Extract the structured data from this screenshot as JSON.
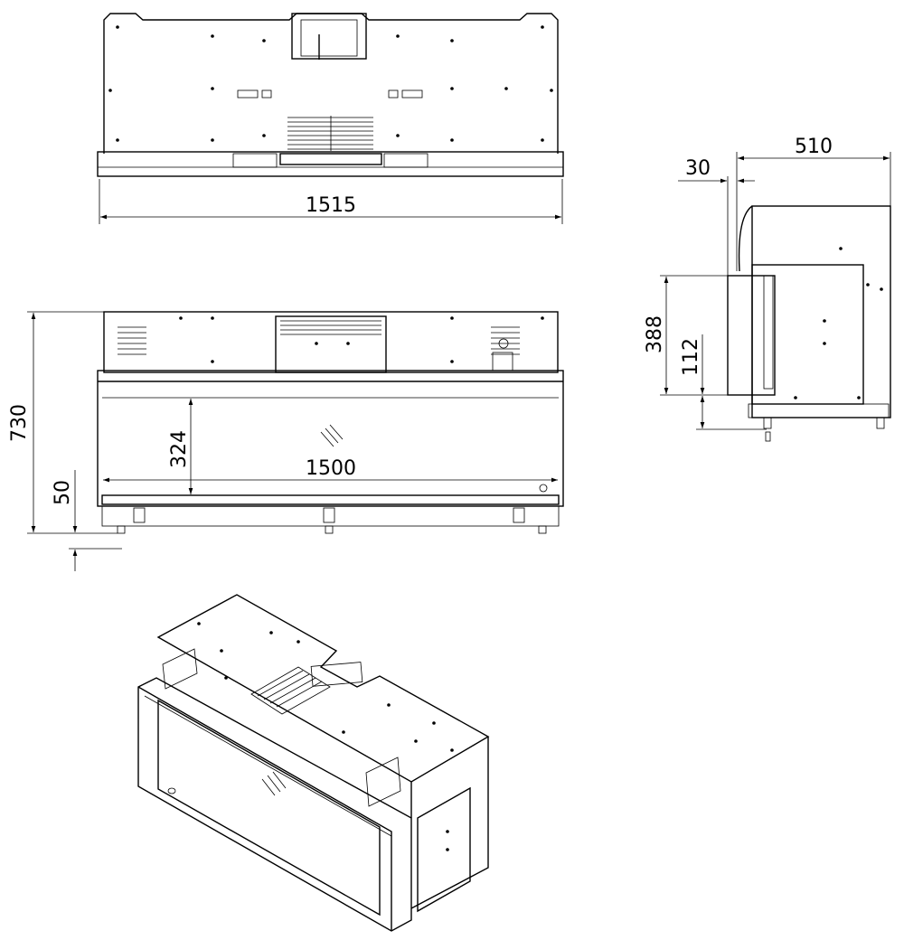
{
  "views": {
    "top": {
      "width_label": "1515"
    },
    "front": {
      "height_label": "730",
      "foot_label": "50",
      "glass_height_label": "324",
      "glass_width_label": "1500"
    },
    "side": {
      "depth_label": "510",
      "offset_label": "30",
      "frame_height_label": "388",
      "frame_bottom_label": "112"
    },
    "isometric": {}
  },
  "colors": {
    "line": "#000000",
    "background": "#ffffff"
  }
}
